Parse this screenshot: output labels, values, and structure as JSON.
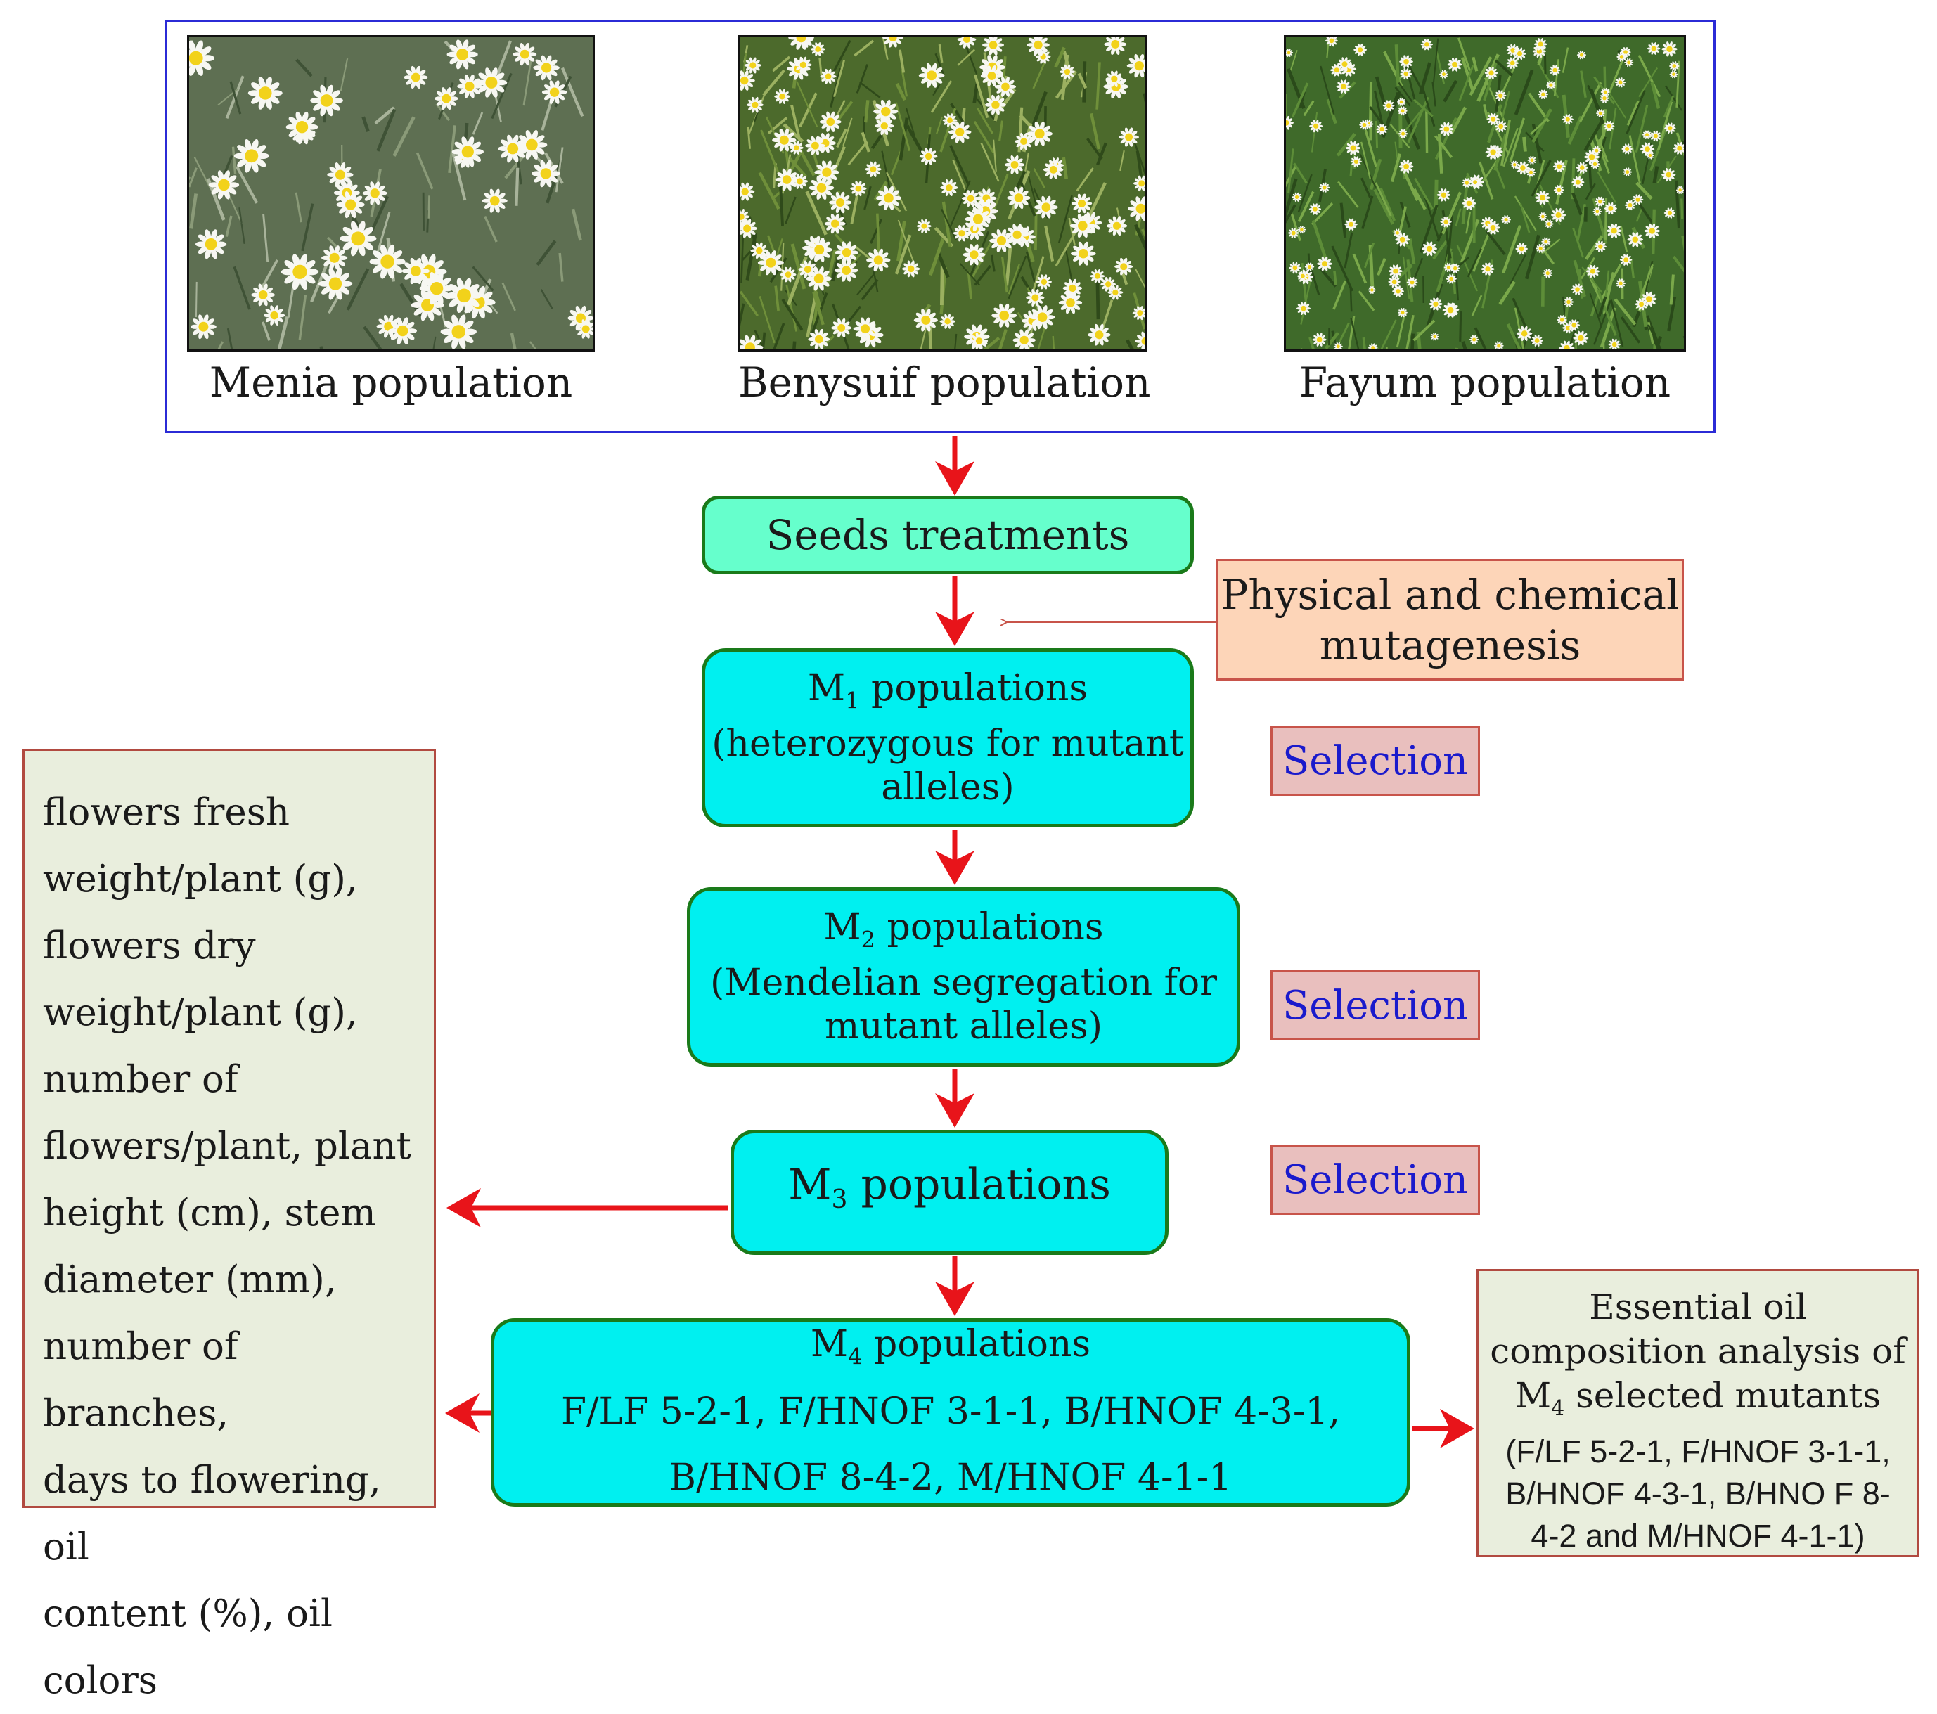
{
  "populations": [
    {
      "caption": "Menia population"
    },
    {
      "caption": "Benysuif population"
    },
    {
      "caption": "Fayum population"
    }
  ],
  "flow": {
    "seeds": "Seeds treatments",
    "mutagenesis": {
      "line1": "Physical and chemical",
      "line2": "mutagenesis"
    },
    "m1": {
      "symbol": "M",
      "sub": "1",
      "title": " populations",
      "line2": "(heterozygous for mutant",
      "line3": "alleles)"
    },
    "m2": {
      "symbol": "M",
      "sub": "2",
      "title": " populations",
      "line2": "(Mendelian segregation for",
      "line3": "mutant  alleles)"
    },
    "m3": {
      "symbol": "M",
      "sub": "3",
      "title": " populations"
    },
    "m4": {
      "symbol": "M",
      "sub": "4",
      "title": " populations",
      "line2": "F/LF 5-2-1, F/HNOF  3-1-1, B/HNOF 4-3-1,",
      "line3": "B/HNOF 8-4-2, M/HNOF 4-1-1"
    },
    "selection_label": "Selection"
  },
  "traits": [
    "flowers fresh",
    "weight/plant (g),",
    "flowers dry",
    "weight/plant (g),",
    "number of",
    "flowers/plant, plant",
    "height (cm), stem",
    "diameter (mm),",
    "number of branches,",
    "days to flowering, oil",
    "content (%), oil colors"
  ],
  "oil_analysis": {
    "line1": "Essential oil",
    "line2": "composition analysis of",
    "line3_symbol": "M",
    "line3_sub": "4",
    "line3_rest": " selected mutants",
    "line4": "(F/LF 5-2-1, F/HNOF 3-1-1,",
    "line5": "B/HNOF 4-3-1, B/HNO F 8-",
    "line6": "4-2 and M/HNOF 4-1-1)"
  },
  "colors": {
    "arrow": "#e8141a",
    "flow_box": "#00f0f0",
    "seeds_box": "#66ffcc",
    "selection_text": "#1a1acc",
    "frame": "#2b2bd6"
  }
}
